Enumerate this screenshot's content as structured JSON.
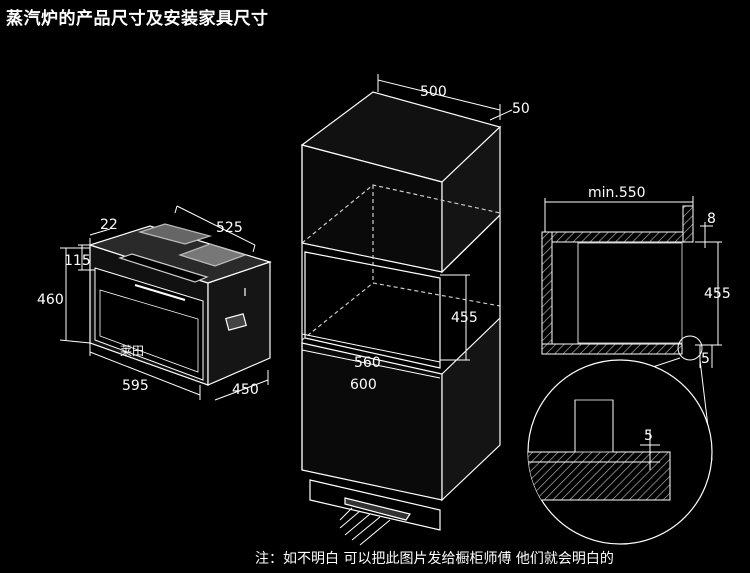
{
  "title": "蒸汽炉的产品尺寸及安装家具尺寸",
  "footer_note": "注：如不明白 可以把此图片发给橱柜师傅 他们就会明白的",
  "product_brand": "莱田",
  "product_dims": {
    "depth_top": "22",
    "side_depth": "525",
    "panel_height": "115",
    "height": "460",
    "width": "595",
    "body_depth": "450"
  },
  "cabinet_dims": {
    "depth": "500",
    "back_gap": "50",
    "opening_height": "455",
    "inner_width": "560",
    "outer_width": "600"
  },
  "section_dims": {
    "min_depth": "min.550",
    "top_gap": "8",
    "height": "455",
    "bottom_gap": "5",
    "detail_gap": "5"
  },
  "colors": {
    "background": "#000000",
    "line": "#ffffff",
    "dashed": "#cccccc"
  }
}
